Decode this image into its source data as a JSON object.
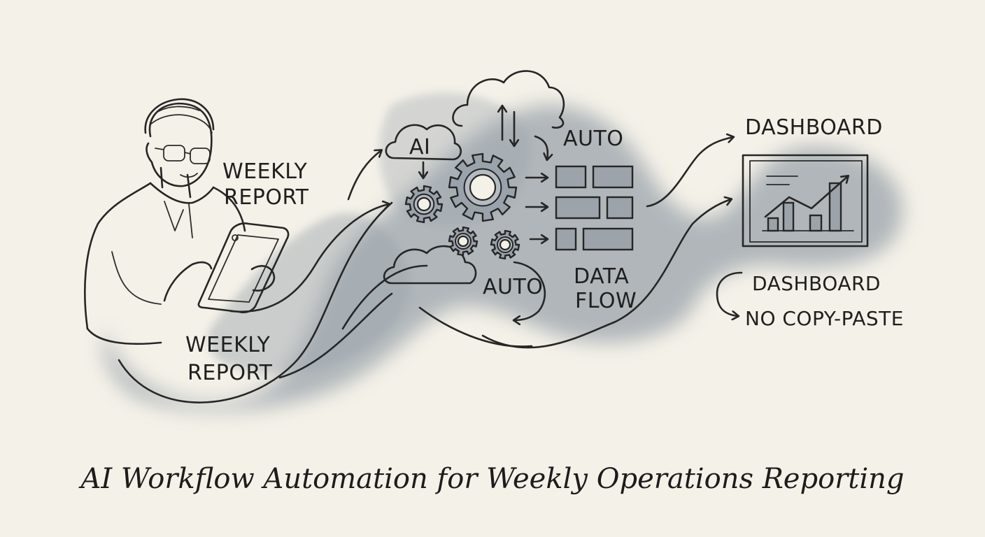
{
  "labels": {
    "weekly_report_top_line1": "WEEKLY",
    "weekly_report_top_line2": "REPORT",
    "weekly_report_bottom_line1": "WEEKLY",
    "weekly_report_bottom_line2": "REPORT",
    "ai": "AI",
    "auto_top": "AUTO",
    "auto_bottom": "AUTO",
    "data_flow_line1": "DATA",
    "data_flow_line2": "FLOW",
    "dashboard_top": "DASHBOARD",
    "dashboard_right": "DASHBOARD",
    "no_copy_paste": "NO COPY-PASTE"
  },
  "caption": "AI Workflow Automation for Weekly Operations Reporting",
  "colors": {
    "background": "#f4f1e8",
    "ink": "#262626",
    "wash": "#9aa3ab"
  },
  "icons": [
    "person-icon",
    "tablet-icon",
    "cloud-icon",
    "gear-icon",
    "data-block-icon",
    "dashboard-chart-icon",
    "arrow-icon"
  ]
}
